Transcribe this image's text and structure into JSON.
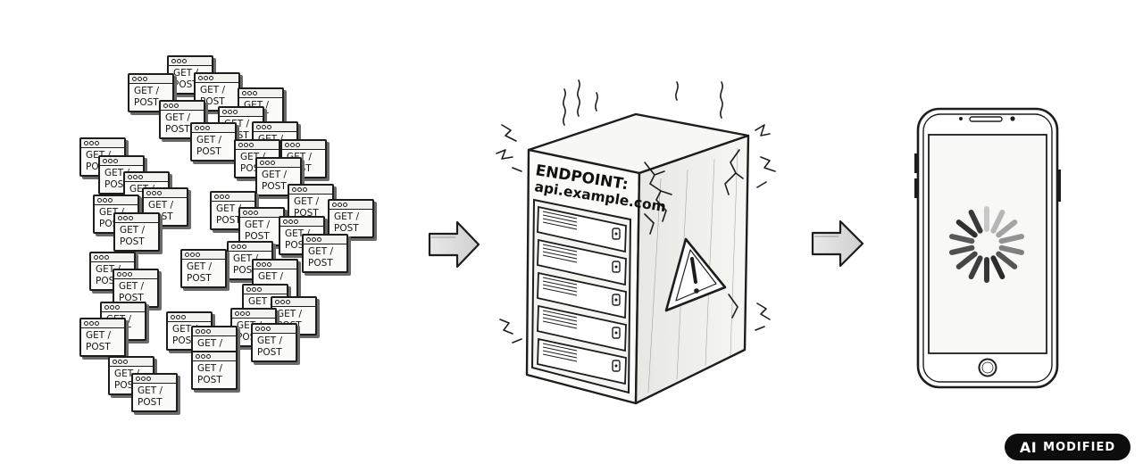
{
  "requests": {
    "label_line1": "GET /",
    "label_line2": "POST"
  },
  "server": {
    "title": "ENDPOINT:",
    "url": "api.example.com"
  },
  "badge": {
    "ai": "AI",
    "modified": "MODIFIED"
  },
  "colors": {
    "ink": "#1d1d1d",
    "paper": "#ffffff",
    "arrow_fill": "#d9d9d9",
    "badge_bg": "#0d0d0d"
  },
  "icons": [
    "request-window-icon",
    "arrow-right-icon",
    "server-rack-icon",
    "warning-icon",
    "smartphone-icon",
    "loading-spinner-icon"
  ]
}
